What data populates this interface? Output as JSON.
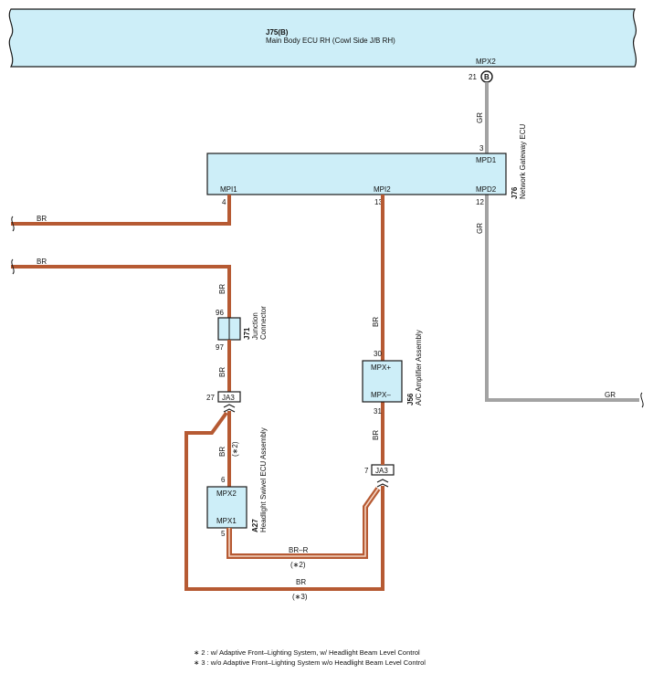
{
  "colors": {
    "wire_br": "#b65a33",
    "wire_gr": "#a3a3a3",
    "box_fill": "#cdeef8",
    "stroke": "#1a1a1a"
  },
  "j75": {
    "id": "J75(B)",
    "name": "Main Body ECU RH (Cowl Side J/B RH)",
    "pin_label": "MPX2",
    "pin_no": "21",
    "connector": "B"
  },
  "j76": {
    "id": "J76",
    "name": "Network Gateway ECU",
    "pins": {
      "mpd1": "MPD1",
      "mpi1": "MPI1",
      "mpi2": "MPI2",
      "mpd2": "MPD2"
    },
    "pin_nos": {
      "mpd1": "3",
      "mpi1": "4",
      "mpi2": "13",
      "mpd2": "12"
    }
  },
  "j71": {
    "id": "J71",
    "name_line1": "Junction",
    "name_line2": "Connector",
    "pin_top": "96",
    "pin_bottom": "97"
  },
  "j56": {
    "id": "J56",
    "name": "A/C Amplifier Assembly",
    "pin_plus": "MPX+",
    "pin_minus": "MPX–",
    "pin_plus_no": "30",
    "pin_minus_no": "31"
  },
  "a27": {
    "id": "A27",
    "name": "Headlight Swivel ECU Assembly",
    "pin_top": "MPX2",
    "pin_bottom": "MPX1",
    "pin_top_no": "6",
    "pin_bottom_no": "5"
  },
  "ja3_left": {
    "label": "JA3",
    "pin": "27"
  },
  "ja3_right": {
    "label": "JA3",
    "pin": "7"
  },
  "wires": {
    "br": "BR",
    "gr": "GR",
    "brr": "BR–R",
    "note2": "(∗2)",
    "note3": "(∗3)"
  },
  "footnotes": [
    "∗ 2 : w/ Adaptive Front–Lighting System,  w/ Headlight Beam Level Control",
    "∗ 3 : w/o Adaptive Front–Lighting System w/o Headlight Beam Level Control"
  ]
}
